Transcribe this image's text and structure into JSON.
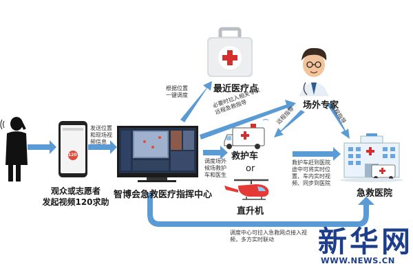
{
  "nodes": {
    "caller": "观众或志愿者\n发起视频120求助",
    "center": "智博会急救医疗指挥中心",
    "nearest_clinic": "最近医疗点",
    "expert": "场外专家",
    "ambulance": "救护车",
    "or": "or",
    "helicopter": "直升机",
    "hospital": "急救医院"
  },
  "edges": {
    "send_location": "发送位置\n和现场视\n频信息",
    "dispatch_clinic": "根据位置\n一键调度",
    "pull_expert": "必要时拉入相关专家\n远程急救指导",
    "dispatch_vehicle": "调度场外\n候场救护\n车和医生",
    "remote_guide_vehicle": "远程指导",
    "remote_guide_hospital": "远程指导",
    "vehicle_to_hospital": "救护车赶到医院\n途中可将实时位\n置、车内实时视\n频、同步到医院",
    "center_to_hospital": "调度中心可拉入急救网点接入视\n频，多方实时联动"
  },
  "brand": {
    "logo": "新华网",
    "url": "WWW.NEWS.CN"
  },
  "phone": {
    "call_label": "120"
  },
  "colors": {
    "arrow": "#5b9bd5",
    "brand": "#1d3e8a",
    "red_cross": "#d32f2f"
  }
}
